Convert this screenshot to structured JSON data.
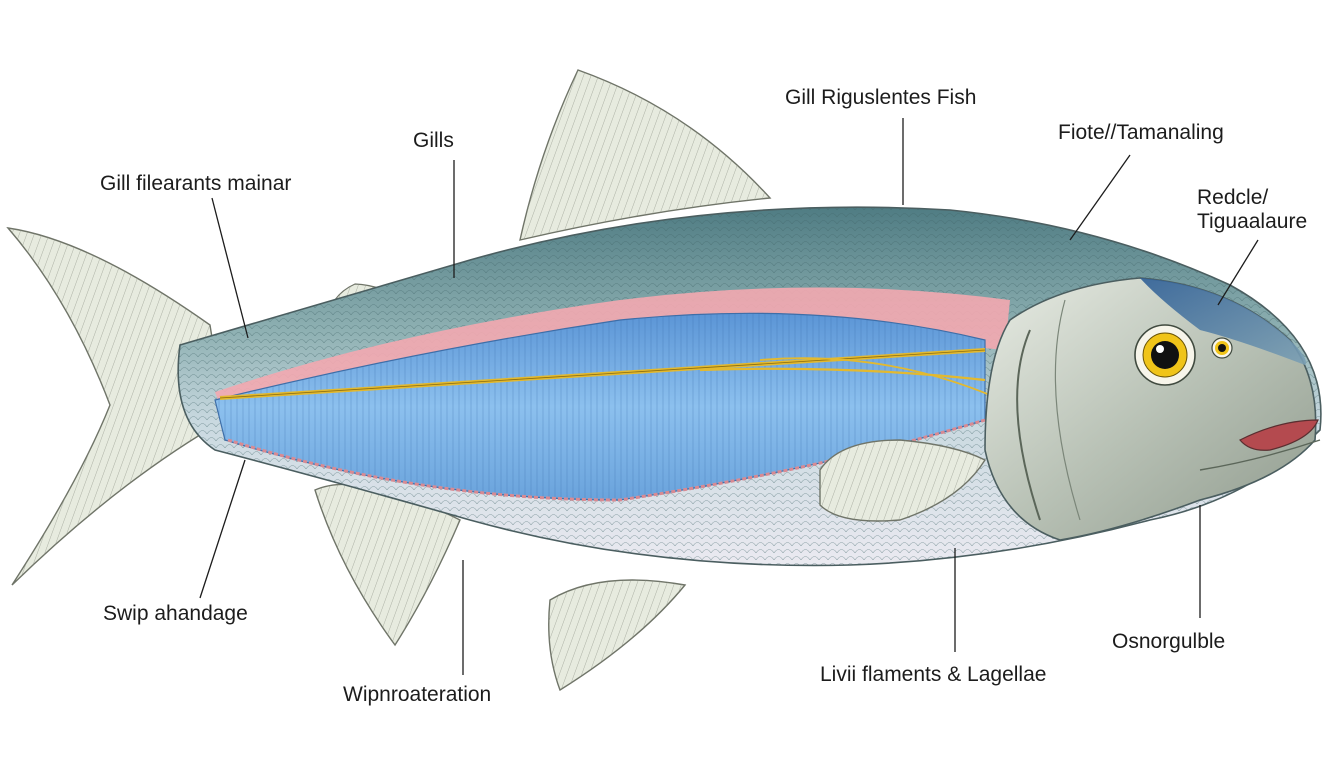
{
  "labels": {
    "gill_riguslentes_fish": "Gill Riguslentes Fish",
    "gills": "Gills",
    "fiote_tamanaling": "Fiote//Tamanaling",
    "gill_filearants_mainar": "Gill filearants mainar",
    "redcle_line1": "Redcle/",
    "redcle_line2": "Tiguaalaure",
    "swip_ahandage": "Swip ahandage",
    "osnorgulble": "Osnorgulble",
    "livii_flaments_lagellae": "Livii flaments & Lagellae",
    "wipnroateration": "Wipnroateration"
  },
  "colors": {
    "dorsal_body": "#5f8a90",
    "pink_band": "#f2a6ad",
    "blue_muscle": "#7fb3e8",
    "lateral_line": "#e8c33a",
    "belly": "#ecebf2",
    "fin": "#e9ecdf",
    "head": "#c9cfc6",
    "eye_iris": "#f0c419",
    "snout_blue": "#3b6a9a"
  }
}
